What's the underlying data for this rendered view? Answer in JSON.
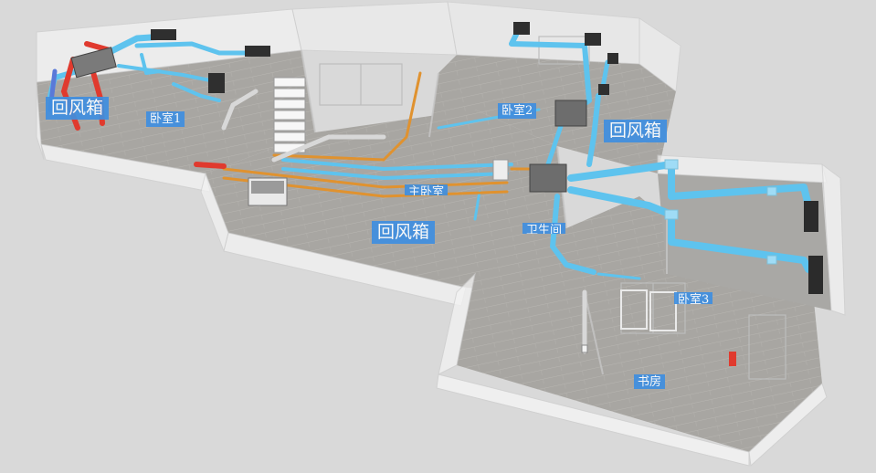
{
  "labels": {
    "return_box_left": "回风箱",
    "return_box_center": "回风箱",
    "return_box_right": "回风箱",
    "bedroom_1": "卧室1",
    "bedroom_2": "卧室2",
    "bedroom_3": "卧室3",
    "master_bedroom": "主卧室",
    "bathroom": "卫生间",
    "living_room": "书房"
  },
  "colors": {
    "duct_supply": "#5ec3ee",
    "duct_return_pipe": "#e0922f",
    "hot_pipe": "#e03a2e",
    "room_label_bg": "#3f8fe0",
    "floor": "#a6a5a2",
    "wall": "#f3f3f3"
  }
}
